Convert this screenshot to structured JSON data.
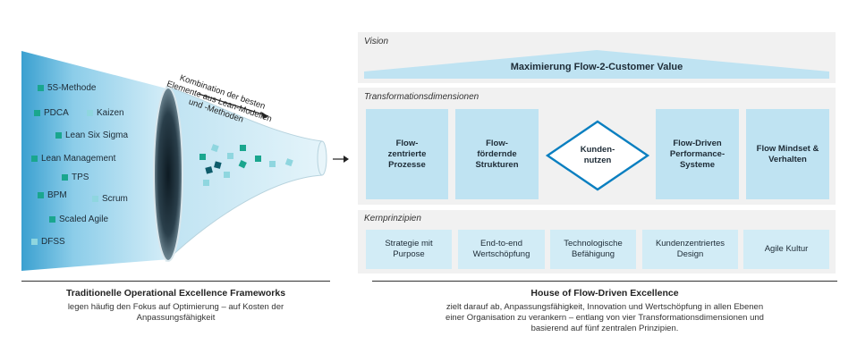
{
  "left": {
    "frameworks": [
      {
        "label": "5S-Methode",
        "color": "#1aa68e"
      },
      {
        "label": "PDCA",
        "color": "#1aa68e"
      },
      {
        "label": "Kaizen",
        "color": "#8fd6df"
      },
      {
        "label": "Lean Six Sigma",
        "color": "#1aa68e"
      },
      {
        "label": "Lean Management",
        "color": "#1aa68e"
      },
      {
        "label": "TPS",
        "color": "#1aa68e"
      },
      {
        "label": "BPM",
        "color": "#1aa68e"
      },
      {
        "label": "Scrum",
        "color": "#8fd6df"
      },
      {
        "label": "Scaled Agile",
        "color": "#1aa68e"
      },
      {
        "label": "DFSS",
        "color": "#8fd6df"
      }
    ],
    "combination_label": "Kombination der besten\nElemente aus Lean-Modellen\nund -Methoden",
    "caption_title": "Traditionelle Operational Excellence Frameworks",
    "caption_text": "legen häufig den Fokus auf Optimierung – auf Kosten der\nAnpassungsfähigkeit"
  },
  "right": {
    "vision_label": "Vision",
    "vision_title": "Maximierung Flow-2-Customer Value",
    "dimensions_label": "Transformationsdimensionen",
    "dimensions": [
      "Flow-\nzentrierte\nProzesse",
      "Flow-\nfördernde\nStrukturen",
      "Kunden-\nnutzen",
      "Flow-Driven\nPerformance-\nSysteme",
      "Flow Mindset &\nVerhalten"
    ],
    "principles_label": "Kernprinzipien",
    "principles": [
      "Strategie mit\nPurpose",
      "End-to-end\nWertschöpfung",
      "Technologische\nBefähigung",
      "Kundenzentriertes\nDesign",
      "Agile Kultur"
    ],
    "caption_title": "House of Flow-Driven Excellence",
    "caption_text": "zielt darauf ab, Anpassungsfähigkeit, Innovation und Wertschöpfung in allen Ebenen\neiner Organisation zu verankern – entlang von vier Transformationsdimensionen und\nbasierend auf fünf zentralen Prinzipien."
  },
  "colors": {
    "dark_teal": "#0e5c6b",
    "teal": "#1aa68e",
    "light_cyan": "#8fd6df",
    "box_blue": "#bfe3f2",
    "diamond_stroke": "#0a7fc0"
  }
}
